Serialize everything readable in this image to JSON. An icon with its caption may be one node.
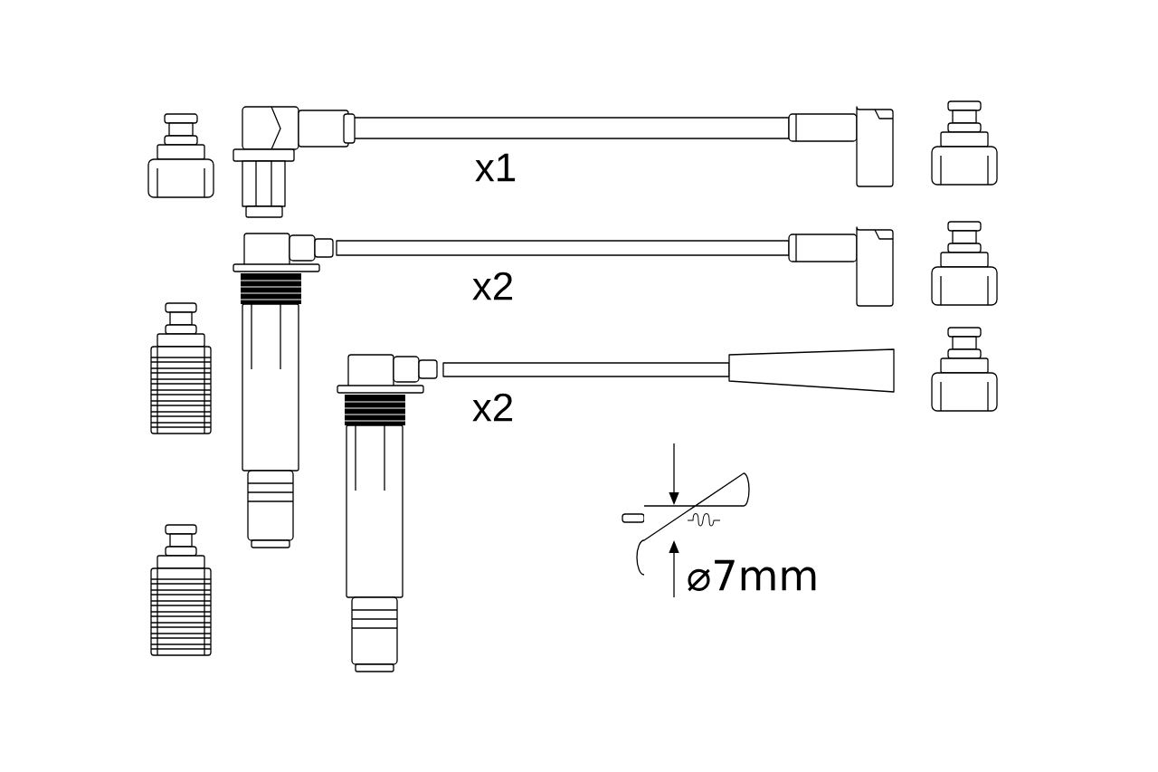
{
  "diagram": {
    "labels": [
      "x1",
      "x2",
      "x2",
      "⌀7mm"
    ]
  }
}
